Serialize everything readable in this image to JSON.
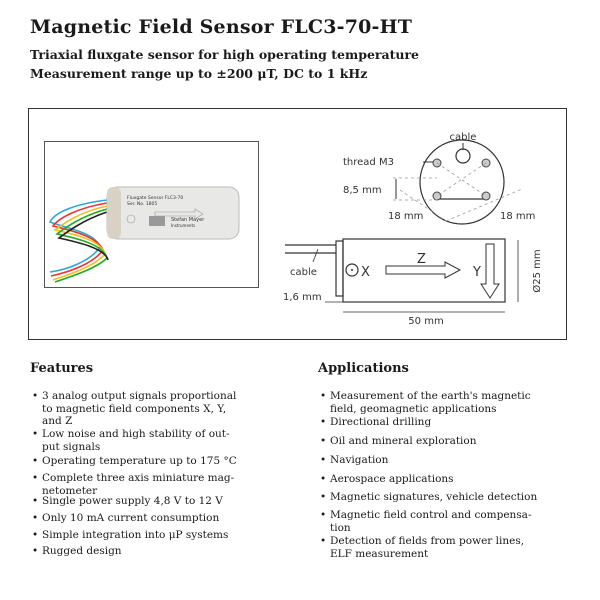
{
  "header": {
    "title": "Magnetic Field Sensor FLC3-70-HT",
    "subtitle1": "Triaxial fluxgate sensor for high operating temperature",
    "subtitle2": "Measurement range up to ±200 μT, DC to 1 kHz"
  },
  "figure": {
    "photo_label": {
      "line1": "Fluxgate Sensor FLC3-70",
      "line2": "Ser. No. 1805",
      "brand1": "Stefan Mayer",
      "brand2": "Instruments"
    },
    "labels": {
      "cable_top": "cable",
      "thread": "thread M3",
      "height": "8,5 mm",
      "width_left": "18 mm",
      "width_right": "18 mm",
      "cable_side": "cable",
      "x_axis": "X",
      "z_axis": "Z",
      "y_axis": "Y",
      "diameter": "Ø25 mm",
      "flange": "1,6 mm",
      "length": "50 mm"
    }
  },
  "features": {
    "heading": "Features",
    "items": [
      [
        "3 analog output signals proportional",
        "to magnetic field components X, Y,",
        "and Z"
      ],
      [
        "Low noise and high stability of out-",
        "put signals"
      ],
      [
        "Operating temperature up to 175 °C"
      ],
      [
        "Complete three axis miniature mag-",
        "netometer"
      ],
      [
        "Single power supply 4,8 V to 12 V"
      ],
      [
        "Only 10 mA current consumption"
      ],
      [
        "Simple integration into μP systems"
      ],
      [
        "Rugged design"
      ]
    ]
  },
  "applications": {
    "heading": "Applications",
    "items": [
      [
        "Measurement of the earth's magnetic",
        "field, geomagnetic applications"
      ],
      [
        "Directional drilling"
      ],
      [
        "Oil and mineral exploration"
      ],
      [
        "Navigation"
      ],
      [
        "Aerospace applications"
      ],
      [
        "Magnetic signatures, vehicle detection"
      ],
      [
        "Magnetic field control and compensa-",
        "tion"
      ],
      [
        "Detection of fields from power lines,",
        "ELF measurement"
      ]
    ]
  }
}
